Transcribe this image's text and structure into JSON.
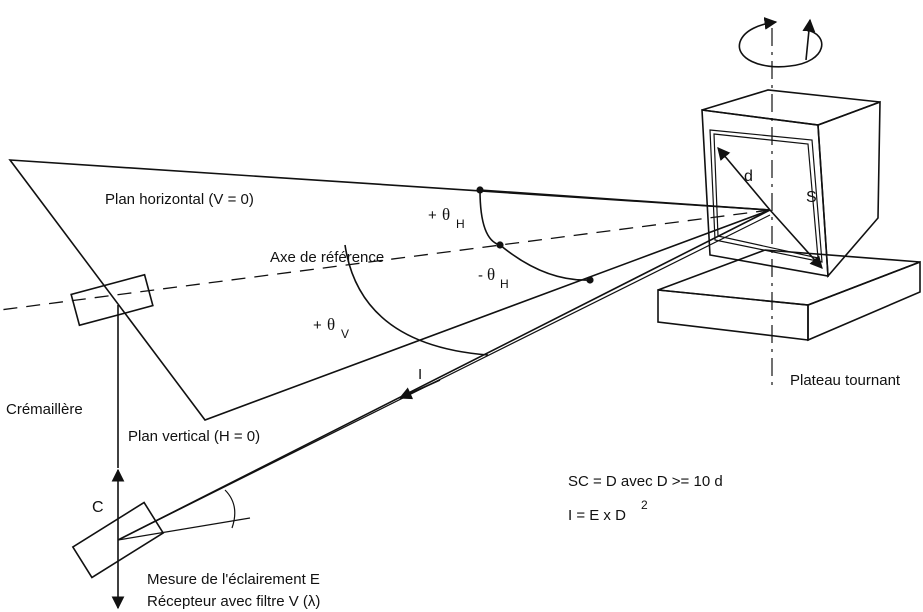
{
  "labels": {
    "plan_horizontal": "Plan horizontal (V = 0)",
    "axe_reference": "Axe de référence",
    "plan_vertical": "Plan vertical (H = 0)",
    "cremaillere": "Crémaillère",
    "point_c": "C",
    "mesure": "Mesure de l'éclairement E",
    "recepteur": "Récepteur avec filtre V (λ)",
    "plateau": "Plateau tournant",
    "source_s": "S",
    "dim_d": "d",
    "intensity_i": "I",
    "plus_theta_h_sign": "+",
    "plus_theta_h_letter": "θ",
    "plus_theta_h_sub": "H",
    "minus_theta_h_sign": "-",
    "minus_theta_h_letter": "θ",
    "minus_theta_h_sub": "H",
    "plus_theta_v_sign": "+",
    "plus_theta_v_letter": "θ",
    "plus_theta_v_sub": "V"
  },
  "formulas": {
    "line1": "SC = D avec D >= 10 d",
    "line2": "I = E x D",
    "line2_exponent": "2"
  }
}
